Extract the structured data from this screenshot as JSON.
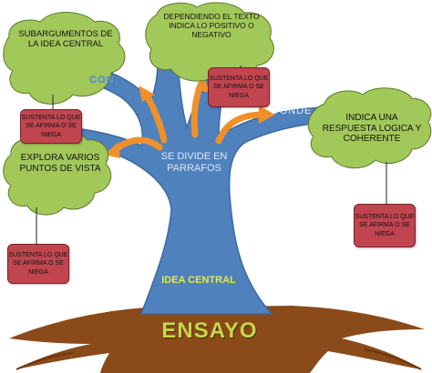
{
  "title": "ENSAYO",
  "trunk_label": "IDEA CENTRAL",
  "center_label": "SE DIVIDE EN PARRAFOS",
  "connectors": {
    "left": "CON",
    "right": "DONDE"
  },
  "leaves": {
    "top_left": "SUBARGUMENTOS DE LA IDEA CENTRAL",
    "top_center": "DEPENDIENDO  EL TEXTO INDICA LO POSITIVO O NEGATIVO",
    "left": "EXPLORA VARIOS PUNTOS DE VISTA",
    "right": "INDICA UNA RESPUESTA LOGICA Y COHERENTE"
  },
  "notes": {
    "upper_left": "SUSTENTA LO QUE SE AFIRMA O SE NIEGA",
    "center": "SUSTENTA LO QUE SE AFIRMA O SE NIEGA",
    "lower_left": "SUSTENTA LO QUE SE AFIRMA O SE NIEGA",
    "right": "SUSTENTA LO QUE SE AFIRMA O SE NIEGA"
  },
  "colors": {
    "trunk": "#4f81bd",
    "leaf": "#a2c85a",
    "roots": "#8a4a1a",
    "note": "#c0454f",
    "arrow": "#f0902a",
    "title_text": "#c8d84a",
    "trunk_text": "#e8e84a"
  }
}
